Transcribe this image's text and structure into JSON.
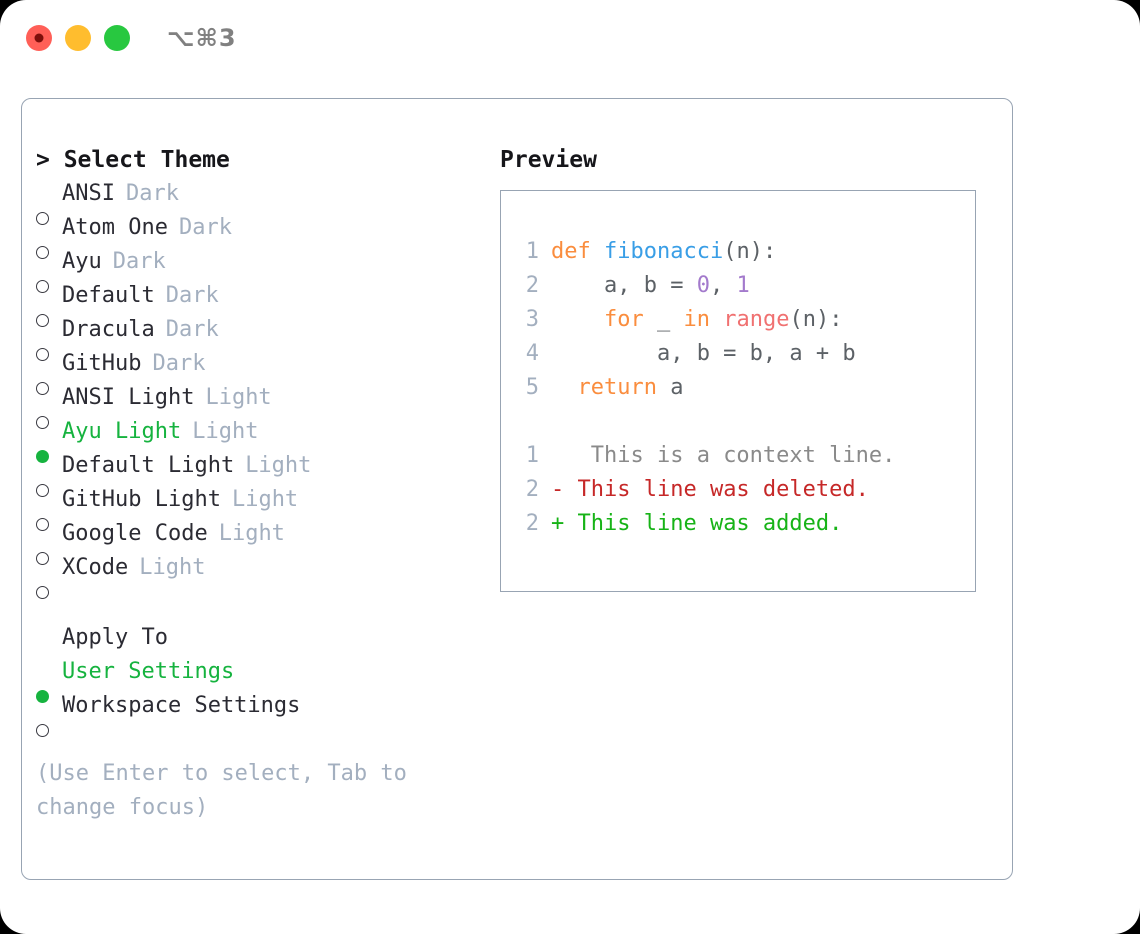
{
  "window": {
    "traffic_lights": [
      "close",
      "minimize",
      "maximize"
    ],
    "shortcut_label": "⌥⌘3"
  },
  "left_panel": {
    "title": "> Select Theme",
    "themes": [
      {
        "marker": "circle",
        "name": "ANSI",
        "kind": "Dark",
        "selected": false
      },
      {
        "marker": "circle",
        "name": "Atom One",
        "kind": "Dark",
        "selected": false
      },
      {
        "marker": "circle",
        "name": "Ayu",
        "kind": "Dark",
        "selected": false
      },
      {
        "marker": "circle",
        "name": "Default",
        "kind": "Dark",
        "selected": false
      },
      {
        "marker": "circle",
        "name": "Dracula",
        "kind": "Dark",
        "selected": false
      },
      {
        "marker": "circle",
        "name": "GitHub",
        "kind": "Dark",
        "selected": false
      },
      {
        "marker": "circle",
        "name": "ANSI Light",
        "kind": "Light",
        "selected": false
      },
      {
        "marker": "dot",
        "name": "Ayu Light",
        "kind": "Light",
        "selected": true
      },
      {
        "marker": "circle",
        "name": "Default Light",
        "kind": "Light",
        "selected": false
      },
      {
        "marker": "circle",
        "name": "GitHub Light",
        "kind": "Light",
        "selected": false
      },
      {
        "marker": "circle",
        "name": "Google Code",
        "kind": "Light",
        "selected": false
      },
      {
        "marker": "circle",
        "name": "XCode",
        "kind": "Light",
        "selected": false
      }
    ],
    "apply_to": {
      "heading": "Apply To",
      "options": [
        {
          "marker": "dot",
          "label": "User Settings",
          "selected": true
        },
        {
          "marker": "circle",
          "label": "Workspace Settings",
          "selected": false
        }
      ]
    },
    "hint": "(Use Enter to select, Tab to change focus)"
  },
  "right_panel": {
    "title": "Preview",
    "code_lines": [
      {
        "no": "1",
        "tokens": [
          {
            "t": "def ",
            "c": "kw"
          },
          {
            "t": "fibonacci",
            "c": "fn"
          },
          {
            "t": "(n):",
            "c": "plain"
          }
        ]
      },
      {
        "no": "2",
        "tokens": [
          {
            "t": "    a, b = ",
            "c": "plain"
          },
          {
            "t": "0",
            "c": "num"
          },
          {
            "t": ", ",
            "c": "plain"
          },
          {
            "t": "1",
            "c": "num"
          }
        ]
      },
      {
        "no": "3",
        "tokens": [
          {
            "t": "    ",
            "c": "plain"
          },
          {
            "t": "for",
            "c": "kw"
          },
          {
            "t": " _ ",
            "c": "plain"
          },
          {
            "t": "in",
            "c": "kw"
          },
          {
            "t": " ",
            "c": "plain"
          },
          {
            "t": "range",
            "c": "bi"
          },
          {
            "t": "(n):",
            "c": "plain"
          }
        ]
      },
      {
        "no": "4",
        "tokens": [
          {
            "t": "        a, b = b, a + b",
            "c": "plain"
          }
        ]
      },
      {
        "no": "5",
        "tokens": [
          {
            "t": "  ",
            "c": "plain"
          },
          {
            "t": "return",
            "c": "kw"
          },
          {
            "t": " a",
            "c": "plain"
          }
        ]
      }
    ],
    "diff_lines": [
      {
        "no": "1",
        "sign": " ",
        "text": "  This is a context line.",
        "kind": "ctx"
      },
      {
        "no": "2",
        "sign": "-",
        "text": " This line was deleted.",
        "kind": "del"
      },
      {
        "no": "2",
        "sign": "+",
        "text": " This line was added.",
        "kind": "add"
      }
    ]
  },
  "colors": {
    "accent_green": "#16b33f",
    "muted": "#a3afbf",
    "border": "#98a4b3",
    "kw_orange": "#fa8d3e",
    "fn_blue": "#399ee6",
    "num_purple": "#a37acc",
    "builtin_red": "#f07171",
    "diff_delete": "#c62828",
    "diff_add": "#17b317",
    "traffic_red": "#ff5f57",
    "traffic_yellow": "#ffbd2e",
    "traffic_green": "#28c840"
  }
}
